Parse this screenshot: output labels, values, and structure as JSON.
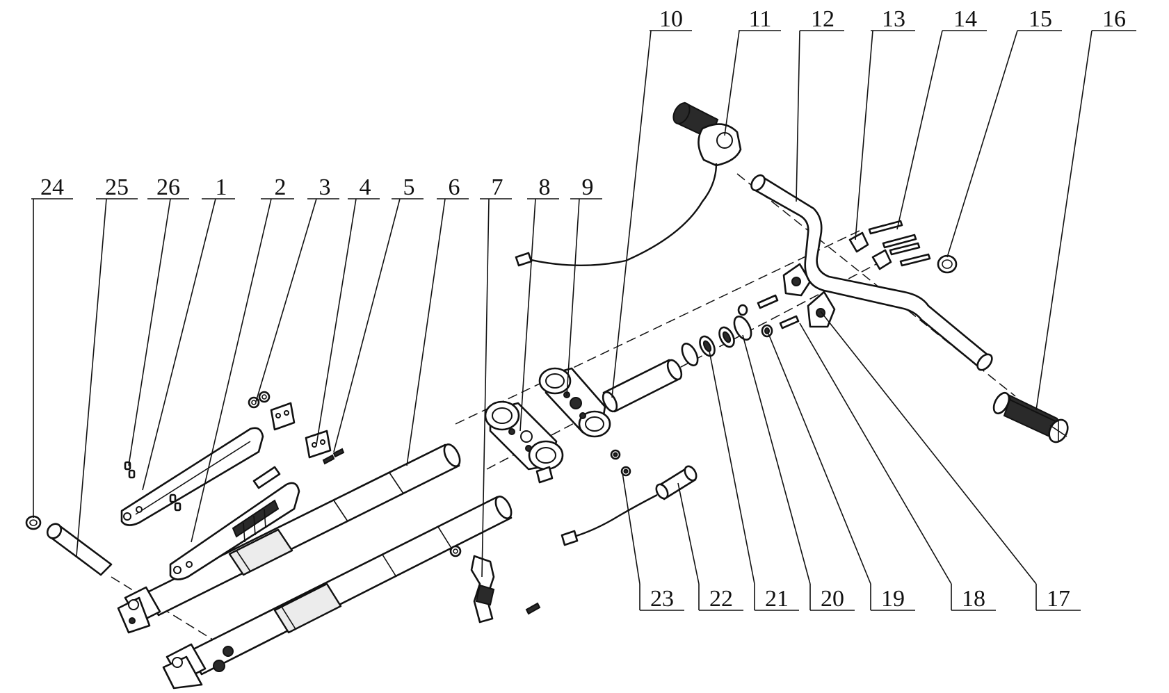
{
  "diagram": {
    "callouts": [
      {
        "id": "24",
        "label": "24"
      },
      {
        "id": "25",
        "label": "25"
      },
      {
        "id": "26",
        "label": "26"
      },
      {
        "id": "1",
        "label": "1"
      },
      {
        "id": "2",
        "label": "2"
      },
      {
        "id": "3",
        "label": "3"
      },
      {
        "id": "4",
        "label": "4"
      },
      {
        "id": "5",
        "label": "5"
      },
      {
        "id": "6",
        "label": "6"
      },
      {
        "id": "7",
        "label": "7"
      },
      {
        "id": "8",
        "label": "8"
      },
      {
        "id": "9",
        "label": "9"
      },
      {
        "id": "10",
        "label": "10"
      },
      {
        "id": "11",
        "label": "11"
      },
      {
        "id": "12",
        "label": "12"
      },
      {
        "id": "13",
        "label": "13"
      },
      {
        "id": "14",
        "label": "14"
      },
      {
        "id": "15",
        "label": "15"
      },
      {
        "id": "16",
        "label": "16"
      },
      {
        "id": "17",
        "label": "17"
      },
      {
        "id": "18",
        "label": "18"
      },
      {
        "id": "19",
        "label": "19"
      },
      {
        "id": "20",
        "label": "20"
      },
      {
        "id": "21",
        "label": "21"
      },
      {
        "id": "22",
        "label": "22"
      },
      {
        "id": "23",
        "label": "23"
      }
    ]
  }
}
